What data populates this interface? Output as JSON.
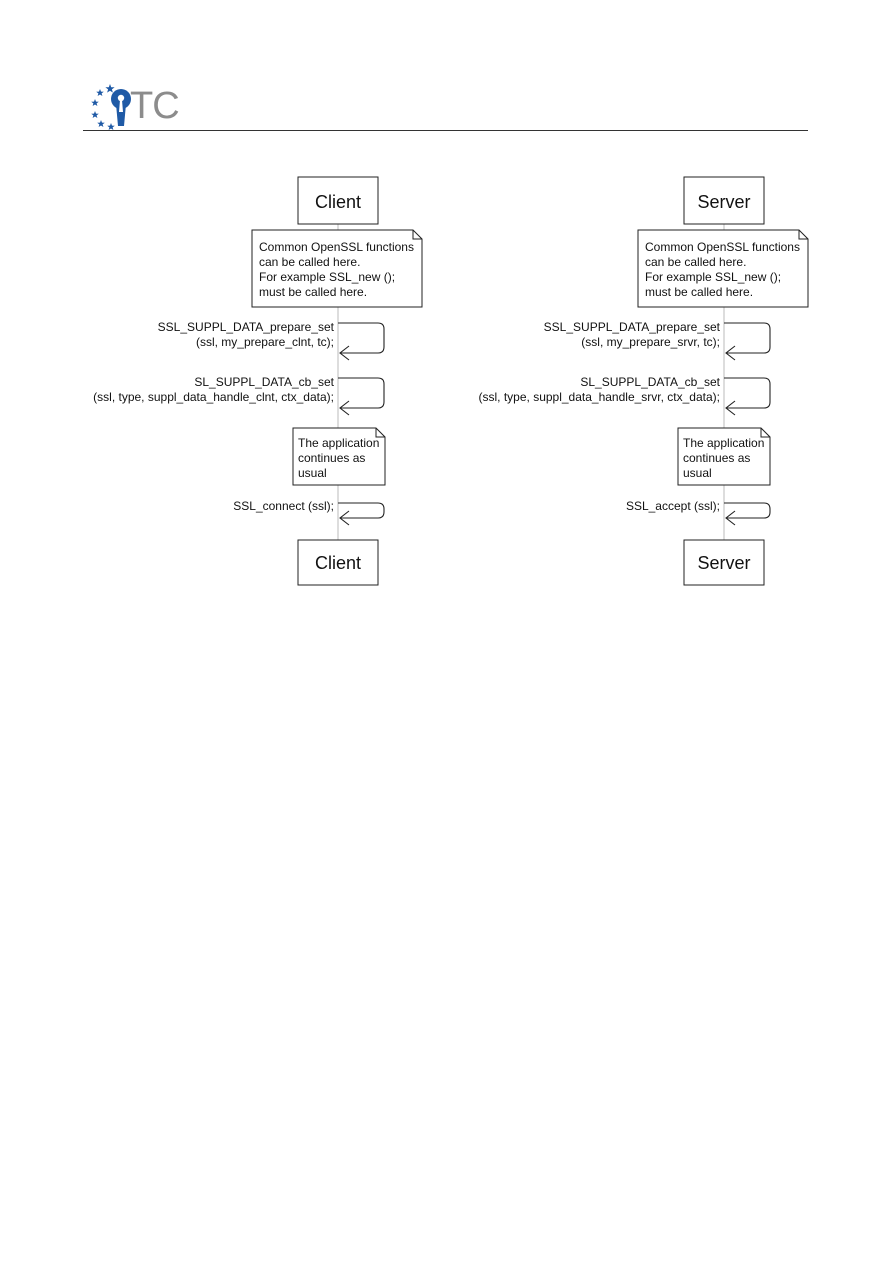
{
  "header": {
    "logo_text": "TC"
  },
  "diagram": {
    "lanes": [
      {
        "id": "client",
        "top_label": "Client",
        "bottom_label": "Client",
        "note1": [
          "Common OpenSSL functions",
          "can be called here.",
          "For example SSL_new ();",
          "must be called here."
        ],
        "call1": [
          "SSL_SUPPL_DATA_prepare_set",
          "(ssl, my_prepare_clnt, tc);"
        ],
        "call2": [
          "SL_SUPPL_DATA_cb_set",
          "(ssl, type, suppl_data_handle_clnt, ctx_data);"
        ],
        "note2": [
          "The application",
          "continues as",
          "usual"
        ],
        "call3": [
          "SSL_connect (ssl);"
        ]
      },
      {
        "id": "server",
        "top_label": "Server",
        "bottom_label": "Server",
        "note1": [
          "Common OpenSSL functions",
          "can be called here.",
          "For example SSL_new ();",
          "must be called here."
        ],
        "call1": [
          "SSL_SUPPL_DATA_prepare_set",
          "(ssl, my_prepare_srvr, tc);"
        ],
        "call2": [
          "SL_SUPPL_DATA_cb_set",
          "(ssl, type, suppl_data_handle_srvr, ctx_data);"
        ],
        "note2": [
          "The application",
          "continues as",
          "usual"
        ],
        "call3": [
          "SSL_accept (ssl);"
        ]
      }
    ]
  }
}
